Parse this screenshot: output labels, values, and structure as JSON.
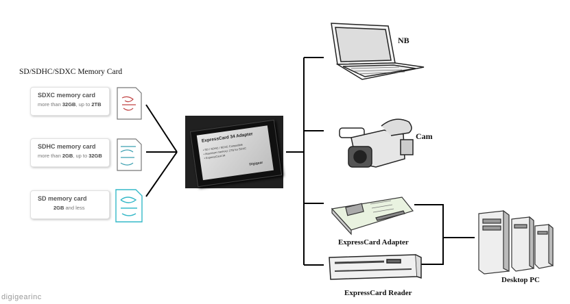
{
  "heading": "SD/SDHC/SDXC Memory Card",
  "cards": [
    {
      "title": "SDXC memory card",
      "sub_prefix": "more than ",
      "sub_bold": "32GB",
      "sub_mid": ", up to ",
      "sub_bold2": "2TB"
    },
    {
      "title": "SDHC memory card",
      "sub_prefix": "more than ",
      "sub_bold": "2GB",
      "sub_mid": ", up to ",
      "sub_bold2": "32GB"
    },
    {
      "title": "SD memory card",
      "sub_prefix": "",
      "sub_bold": "2GB",
      "sub_mid": " and less",
      "sub_bold2": ""
    }
  ],
  "adapter": {
    "title": "ExpressCard 34 Adapter",
    "desc1": "• SD / SDHC / SDXC Compatible",
    "desc2": "• Maximum memory: 2TB for SDXC",
    "desc3": "• ExpressCard 34",
    "brand": "Digigear"
  },
  "labels": {
    "nb": "NB",
    "cam": "Cam",
    "expresscard_adapter": "ExpressCard Adapter",
    "expresscard_reader": "ExpressCard Reader",
    "desktop_pc": "Desktop PC"
  },
  "watermark": "digigearinc",
  "colors": {
    "line": "#000000",
    "adapter_bg": "#1e1e1e",
    "sd_icon": "#34b8c8"
  }
}
